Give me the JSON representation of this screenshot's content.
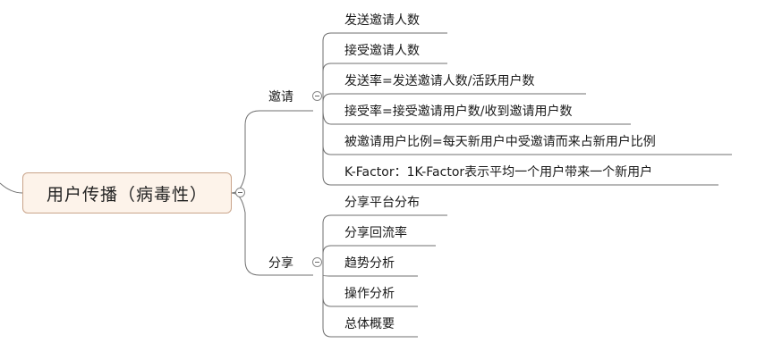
{
  "root": {
    "label": "用户传播（病毒性）"
  },
  "branches": [
    {
      "label": "邀请",
      "children": [
        {
          "label": "发送邀请人数"
        },
        {
          "label": "接受邀请人数"
        },
        {
          "label": "发送率=发送邀请人数/活跃用户数"
        },
        {
          "label": "接受率=接受邀请用户数/收到邀请用户数"
        },
        {
          "label": "被邀请用户比例=每天新用户中受邀请而来占新用户比例"
        },
        {
          "label": "K-Factor：1K-Factor表示平均一个用户带来一个新用户"
        }
      ]
    },
    {
      "label": "分享",
      "children": [
        {
          "label": "分享平台分布"
        },
        {
          "label": "分享回流率"
        },
        {
          "label": "趋势分析"
        },
        {
          "label": "操作分析"
        },
        {
          "label": "总体概要"
        }
      ]
    }
  ]
}
